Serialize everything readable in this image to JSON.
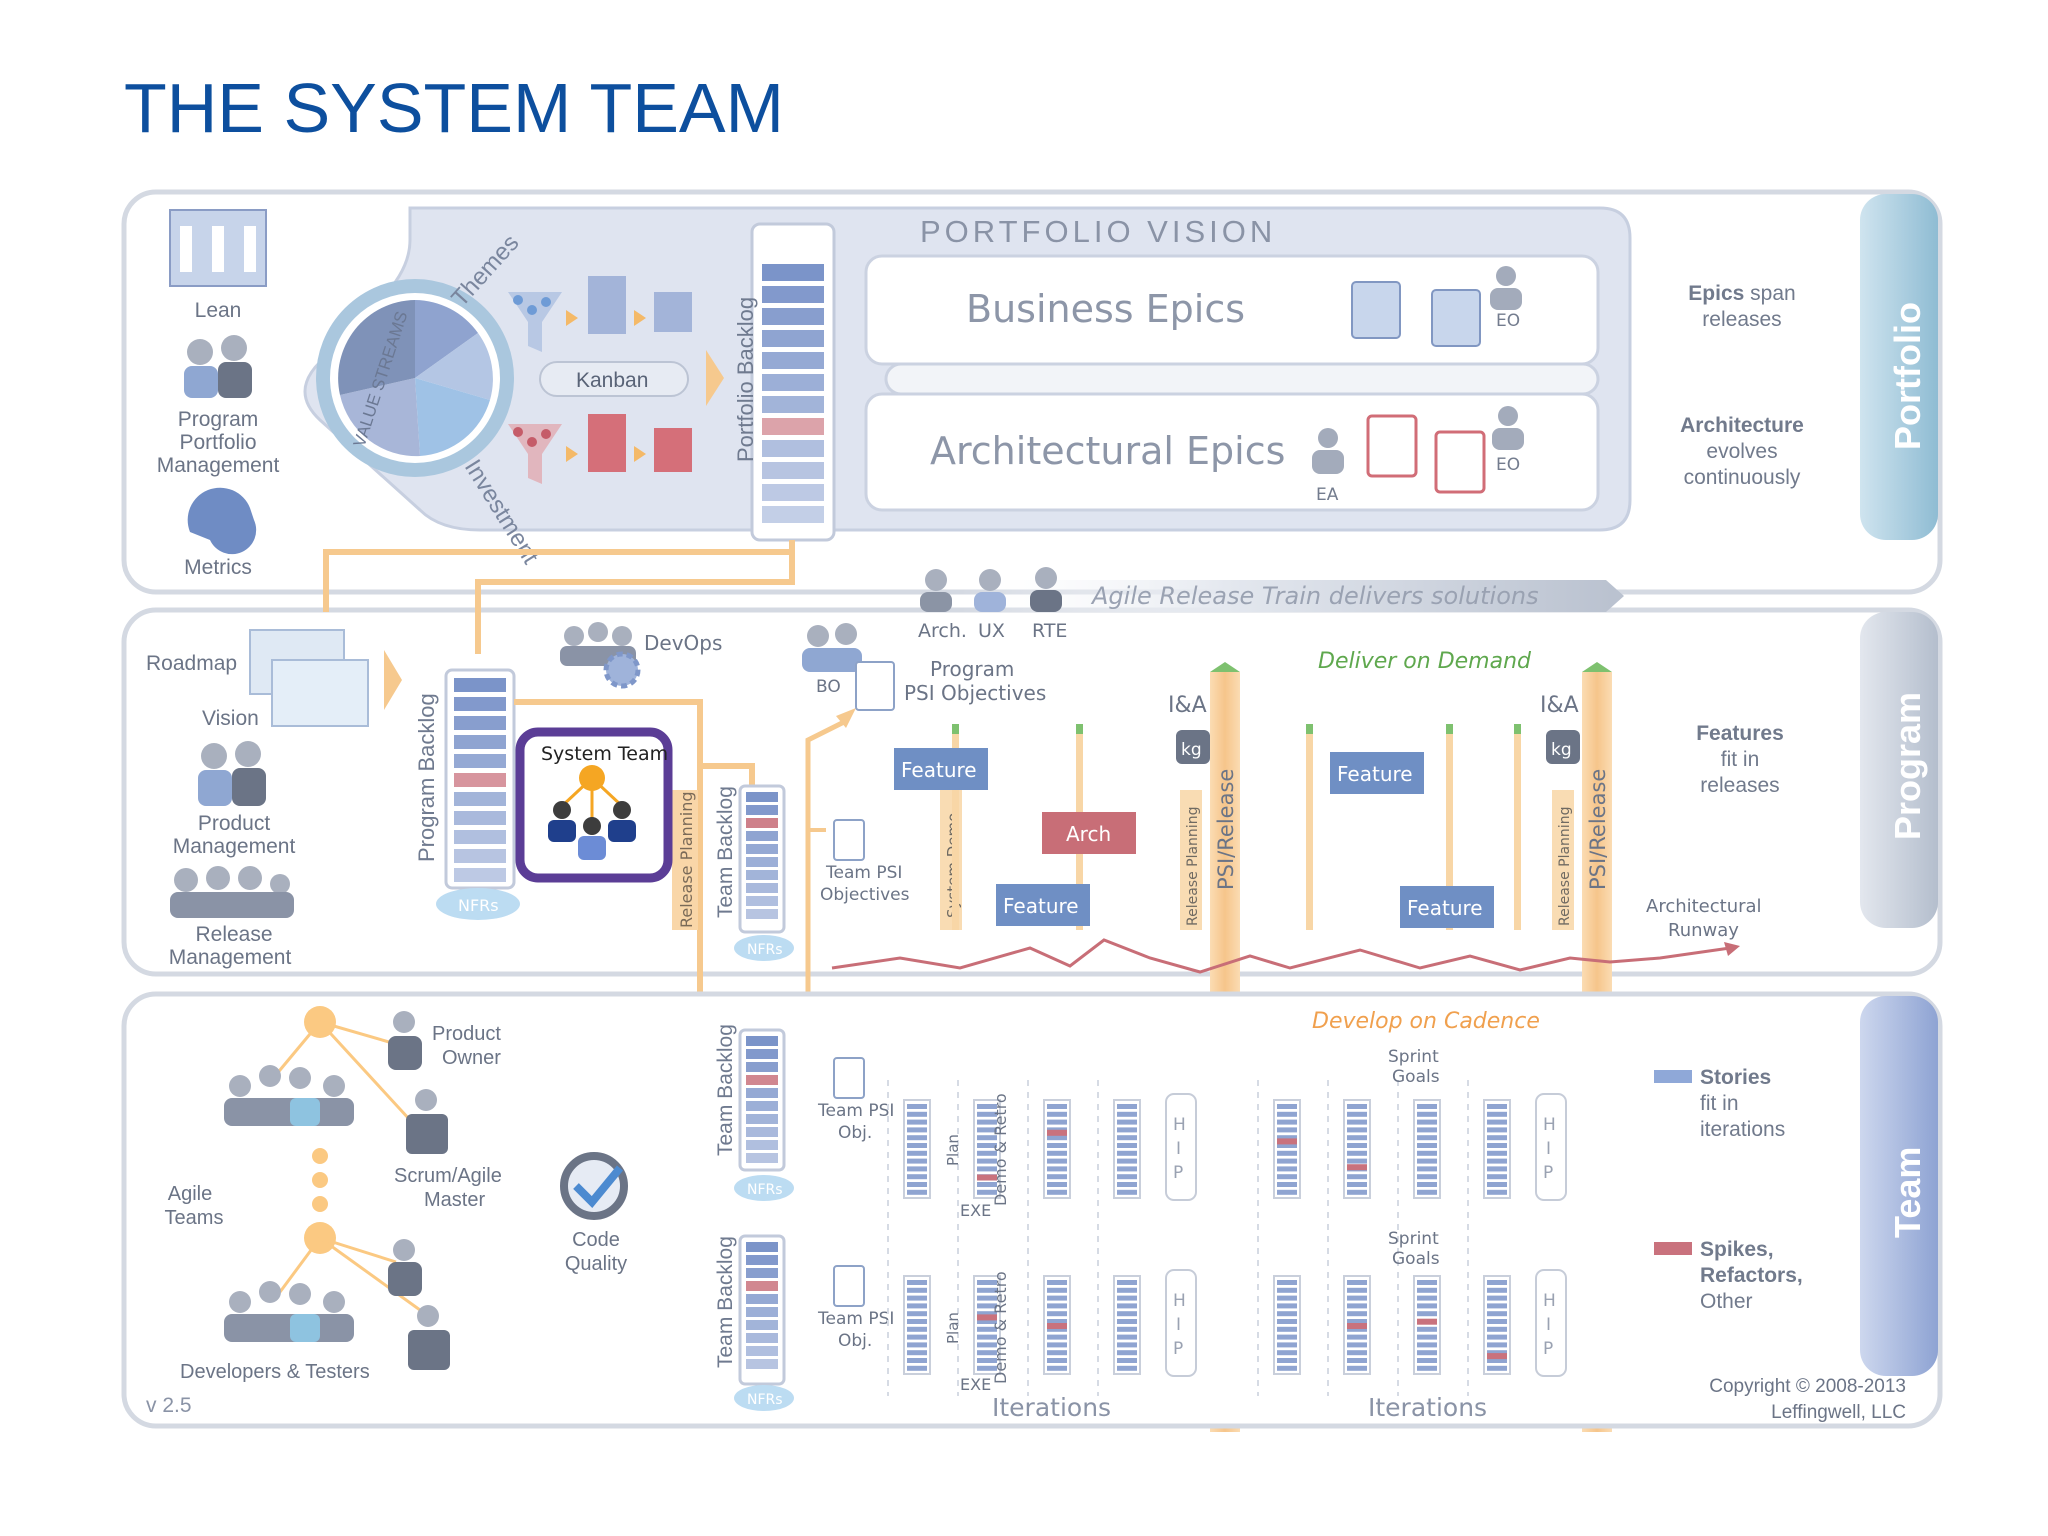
{
  "page": {
    "title": "THE SYSTEM TEAM"
  },
  "colors": {
    "title_blue": "#0d4f9e",
    "bar_blue": "#7b94c9",
    "bar_red": "#c9727d",
    "stripe_orange": "#f6c98e",
    "highlight_purple": "#5b3d96",
    "band_portfolio": "#9ec6dc",
    "band_team": "#8fa4d3",
    "arch_red": "#c86e77",
    "feature_blue": "#6f8fc4",
    "green_tip": "#7ec16f"
  },
  "portfolio": {
    "header": "PORTFOLIO VISION",
    "themes": "Themes",
    "value_streams": "VALUE STREAMS",
    "investment": "Investment",
    "kanban": "Kanban",
    "portfolio_backlog": "Portfolio Backlog",
    "business_epics": "Business Epics",
    "architectural_epics": "Architectural Epics",
    "eo_1": "EO",
    "eo_2": "EO",
    "ea": "EA",
    "band_label": "Portfolio",
    "right_note_1": {
      "bold": "Epics",
      "rest": "span",
      "line2": "releases"
    },
    "right_note_2": {
      "bold": "Architecture",
      "line2": "evolves",
      "line3": "continuously"
    }
  },
  "left": {
    "lean": "Lean",
    "ppm_1": "Program",
    "ppm_2": "Portfolio",
    "ppm_3": "Management",
    "metrics": "Metrics",
    "roadmap": "Roadmap",
    "vision": "Vision",
    "pm_1": "Product",
    "pm_2": "Management",
    "rm_1": "Release",
    "rm_2": "Management",
    "agile_teams_1": "Agile",
    "agile_teams_2": "Teams",
    "product_owner_1": "Product",
    "product_owner_2": "Owner",
    "scrum_1": "Scrum/Agile",
    "scrum_2": "Master",
    "devs": "Developers & Testers",
    "version": "v 2.5"
  },
  "program": {
    "art_banner": "Agile Release Train delivers solutions",
    "arch": "Arch.",
    "ux": "UX",
    "rte": "RTE",
    "devops": "DevOps",
    "bo": "BO",
    "psi_objectives_1": "Program",
    "psi_objectives_2": "PSI Objectives",
    "deliver": "Deliver on Demand",
    "program_backlog": "Program Backlog",
    "nfrs": "NFRs",
    "system_team": "System Team",
    "release_planning": "Release Planning",
    "team_backlog": "Team Backlog",
    "team_psi_1": "Team PSI",
    "team_psi_2": "Objectives",
    "system_demo": "System Demo",
    "feature": "Feature",
    "arch_box": "Arch",
    "ia": "I&A",
    "kg": "kg",
    "psi_release": "PSI/Release",
    "arch_runway_1": "Architectural",
    "arch_runway_2": "Runway",
    "band_label": "Program",
    "right_note": {
      "bold": "Features",
      "line2": "fit in",
      "line3": "releases"
    }
  },
  "team": {
    "develop": "Develop on Cadence",
    "sprint_goals_1": "Sprint",
    "sprint_goals_2": "Goals",
    "team_psi_obj_1": "Team PSI",
    "team_psi_obj_2": "Obj.",
    "plan": "Plan",
    "exe": "EXE",
    "demo_retro": "Demo & Retro",
    "hip_h": "H",
    "hip_i": "I",
    "hip_p": "P",
    "code_quality_1": "Code",
    "code_quality_2": "Quality",
    "iterations": "Iterations",
    "band_label": "Team",
    "stories": {
      "bold": "Stories",
      "line2": "fit in",
      "line3": "iterations"
    },
    "spikes": {
      "bold": "Spikes,",
      "line2": "Refactors,",
      "line3": "Other"
    },
    "copyright_1": "Copyright © 2008-2013",
    "copyright_2": "Leffingwell, LLC"
  }
}
